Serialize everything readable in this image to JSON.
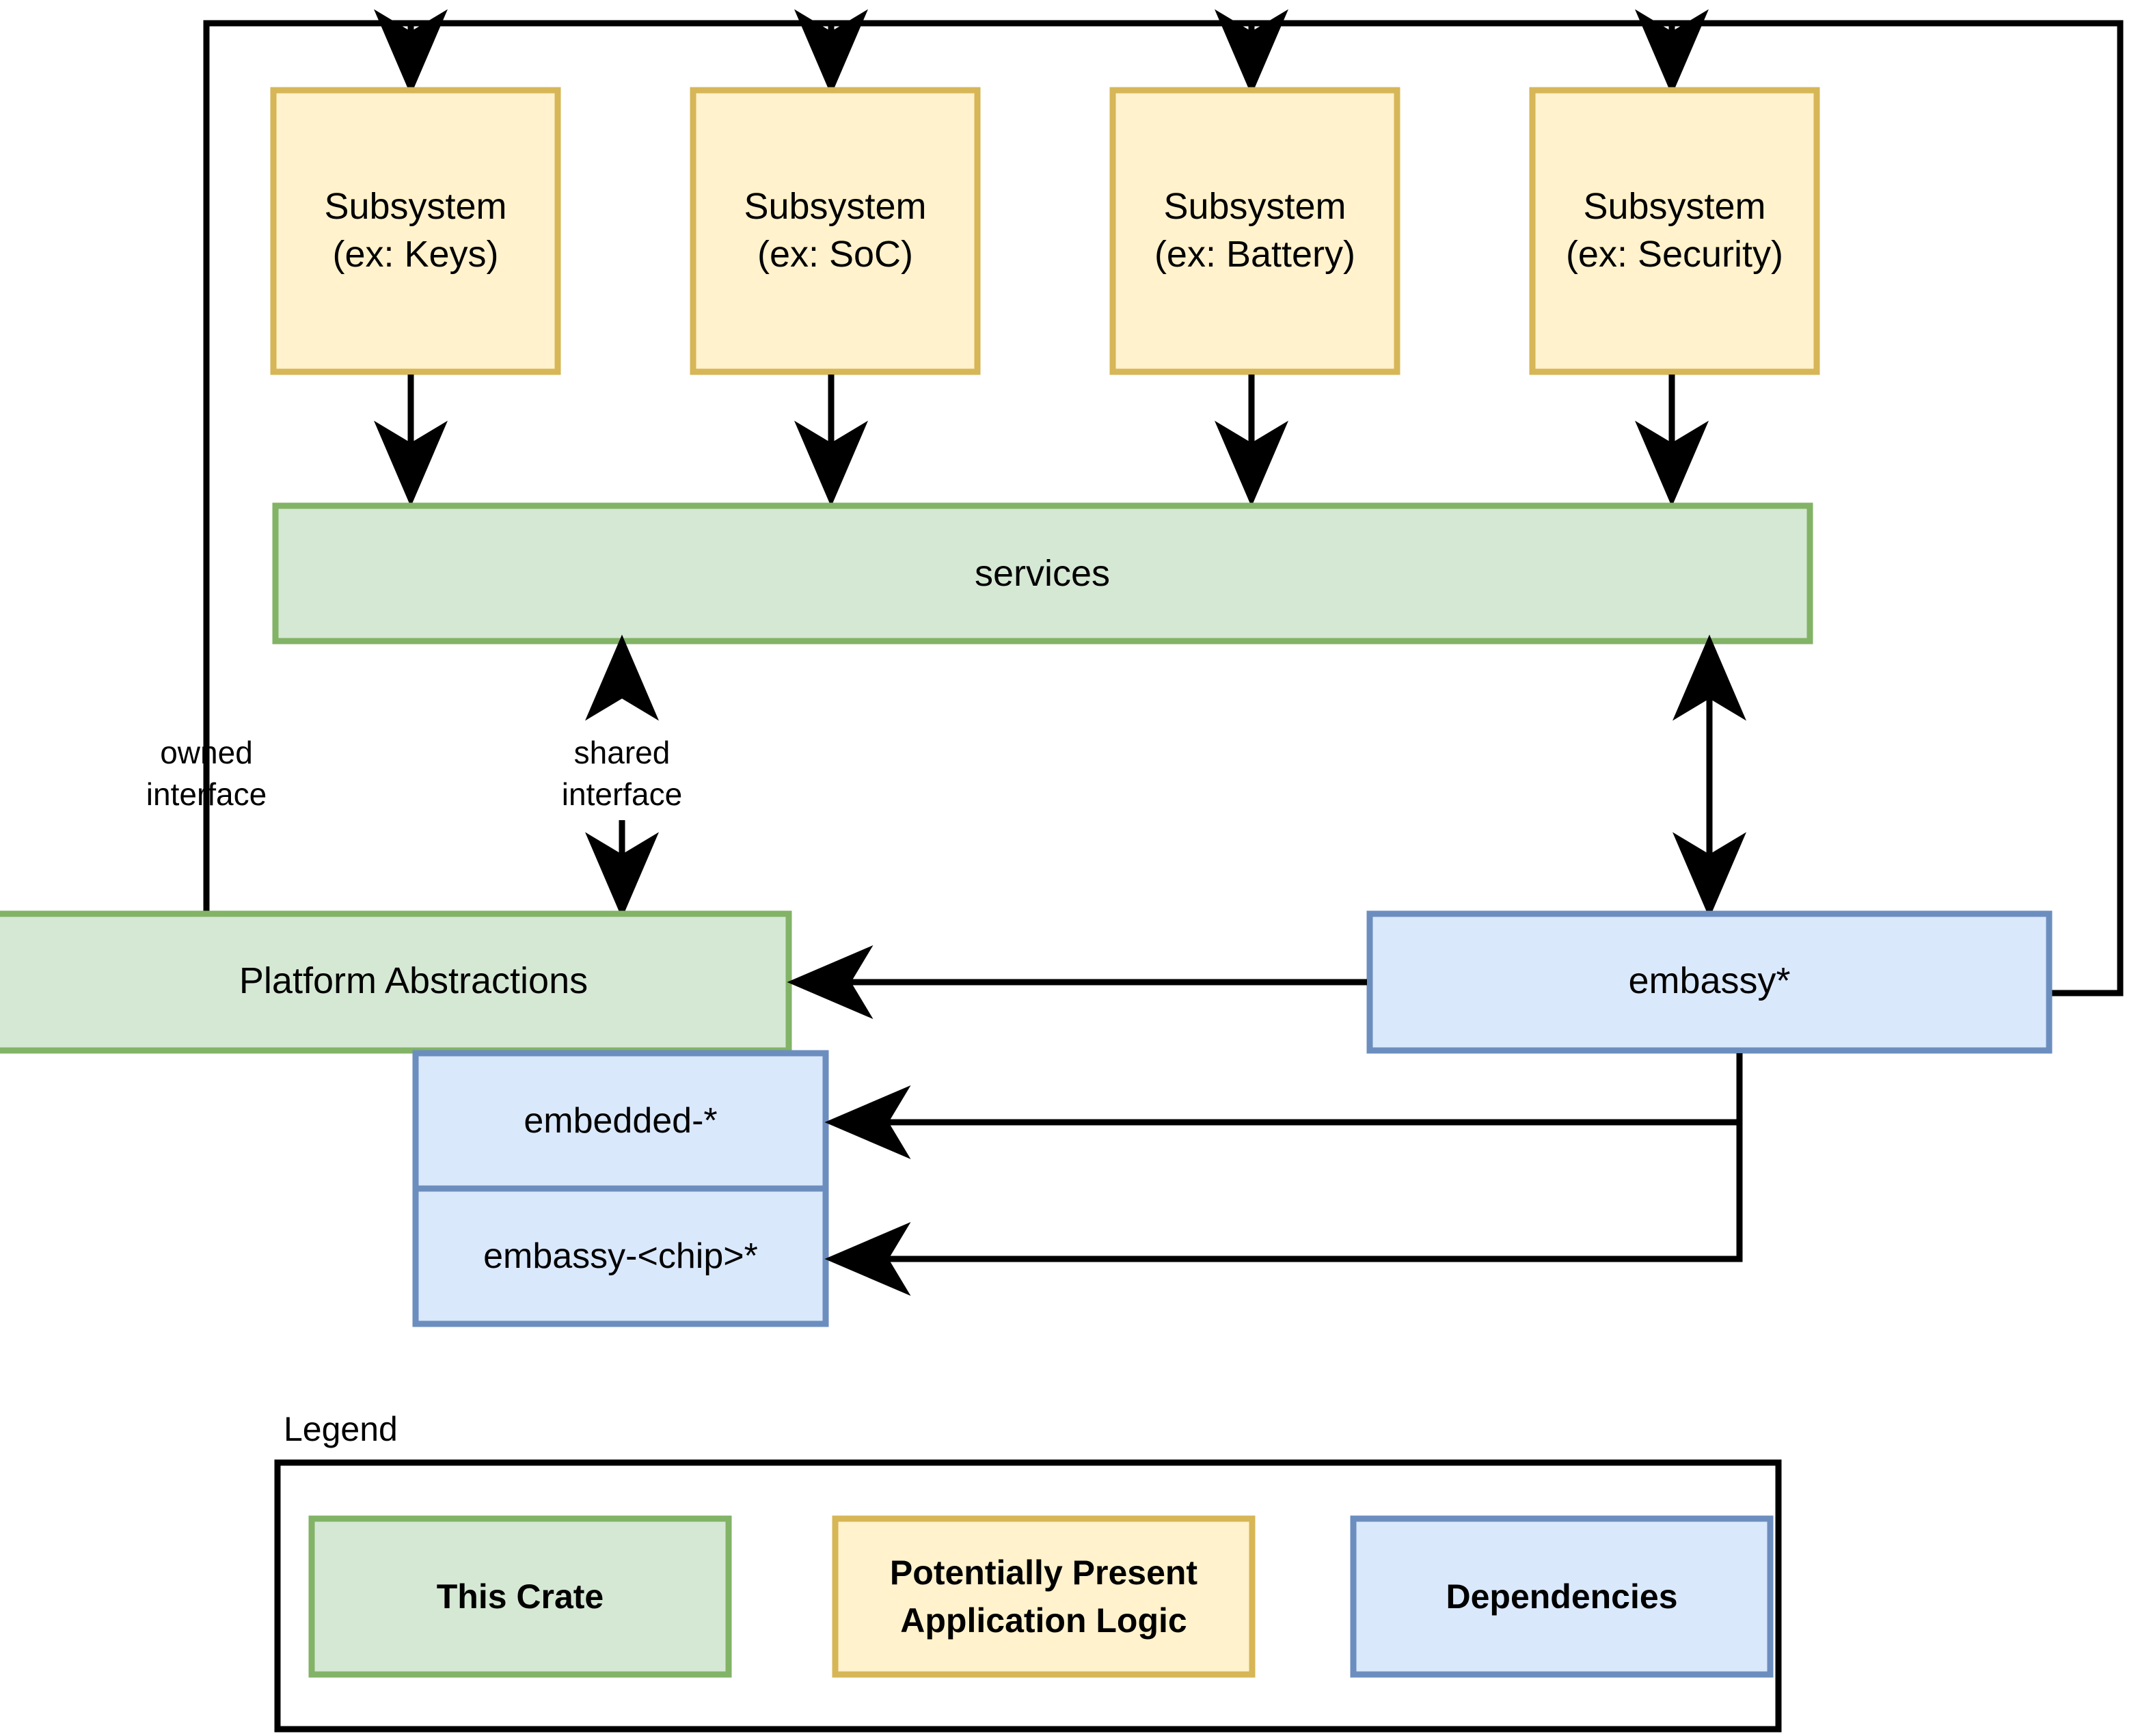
{
  "diagram": {
    "title": "Crate Architecture Diagram",
    "palette": {
      "this_crate_fill": "#d5e8d4",
      "this_crate_stroke": "#82b366",
      "app_logic_fill": "#fff2cc",
      "app_logic_stroke": "#d6b656",
      "dependency_fill": "#dae8fc",
      "dependency_stroke": "#6c8ebf",
      "line": "#000000",
      "background": "#ffffff"
    },
    "subsystems": [
      {
        "line1": "Subsystem",
        "line2": "(ex: Keys)"
      },
      {
        "line1": "Subsystem",
        "line2": "(ex: SoC)"
      },
      {
        "line1": "Subsystem",
        "line2": "(ex: Battery)"
      },
      {
        "line1": "Subsystem",
        "line2": "(ex: Security)"
      }
    ],
    "services_box": {
      "label": "services"
    },
    "platform_box": {
      "label": "Platform Abstractions"
    },
    "embassy_box": {
      "label": "embassy*"
    },
    "embedded_box": {
      "label": "embedded-*"
    },
    "embassy_chip_box": {
      "label": "embassy-<chip>*"
    },
    "edge_labels": {
      "owned_interface_line1": "owned",
      "owned_interface_line2": "interface",
      "shared_interface_line1": "shared",
      "shared_interface_line2": "interface"
    },
    "legend": {
      "title": "Legend",
      "items": [
        {
          "label_line1": "This Crate",
          "label_line2": "",
          "fill": "#d5e8d4",
          "stroke": "#82b366"
        },
        {
          "label_line1": "Potentially Present",
          "label_line2": "Application Logic",
          "fill": "#fff2cc",
          "stroke": "#d6b656"
        },
        {
          "label_line1": "Dependencies",
          "label_line2": "",
          "fill": "#dae8fc",
          "stroke": "#6c8ebf"
        }
      ]
    }
  }
}
